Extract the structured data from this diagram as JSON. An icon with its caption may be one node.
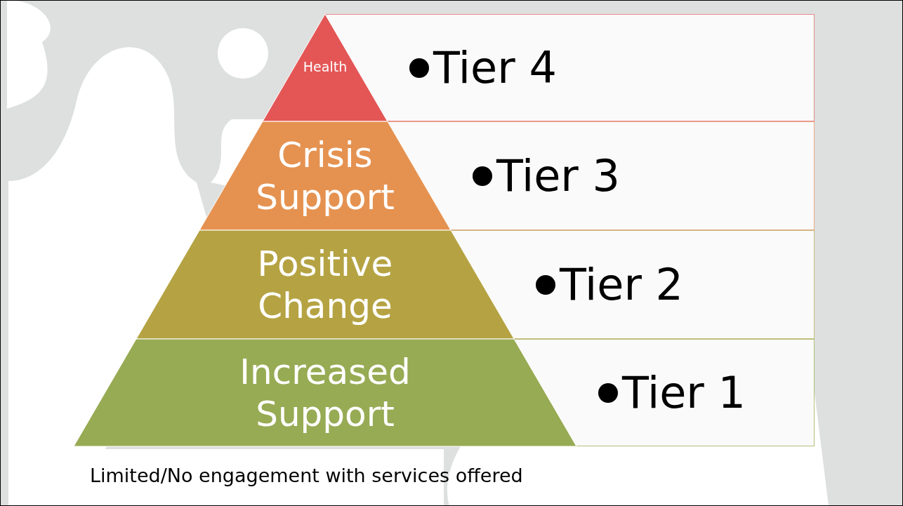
{
  "diagram": {
    "nodes": [
      {
        "text": [
          "Health"
        ]
      },
      {
        "text": [
          "Tier 4"
        ]
      },
      {
        "text": [
          "Crisis Support"
        ]
      },
      {
        "text": [
          "Tier 3"
        ]
      },
      {
        "text": [
          "Positive Change"
        ]
      },
      {
        "text": [
          "Tier 2"
        ]
      },
      {
        "text": [
          "Increased Support"
        ]
      },
      {
        "text": [
          "Tier 1"
        ]
      }
    ],
    "labels": [
      "Limited/No engagement with services offered"
    ]
  }
}
